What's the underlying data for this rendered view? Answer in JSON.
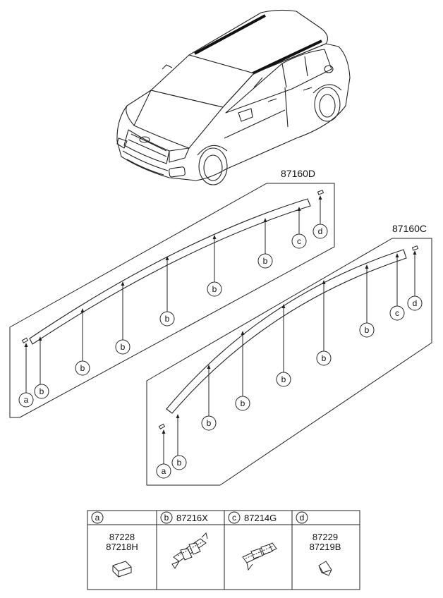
{
  "assemblies": {
    "upper": {
      "part_no": "87160D"
    },
    "lower": {
      "part_no": "87160C"
    }
  },
  "callout_letters": {
    "a": "a",
    "b": "b",
    "c": "c",
    "d": "d"
  },
  "legend": {
    "a": {
      "letter": "a",
      "parts": [
        "87228",
        "87218H"
      ]
    },
    "b": {
      "letter": "b",
      "parts": [
        "87216X"
      ]
    },
    "c": {
      "letter": "c",
      "parts": [
        "87214G"
      ]
    },
    "d": {
      "letter": "d",
      "parts": [
        "87229",
        "87219B"
      ]
    }
  }
}
